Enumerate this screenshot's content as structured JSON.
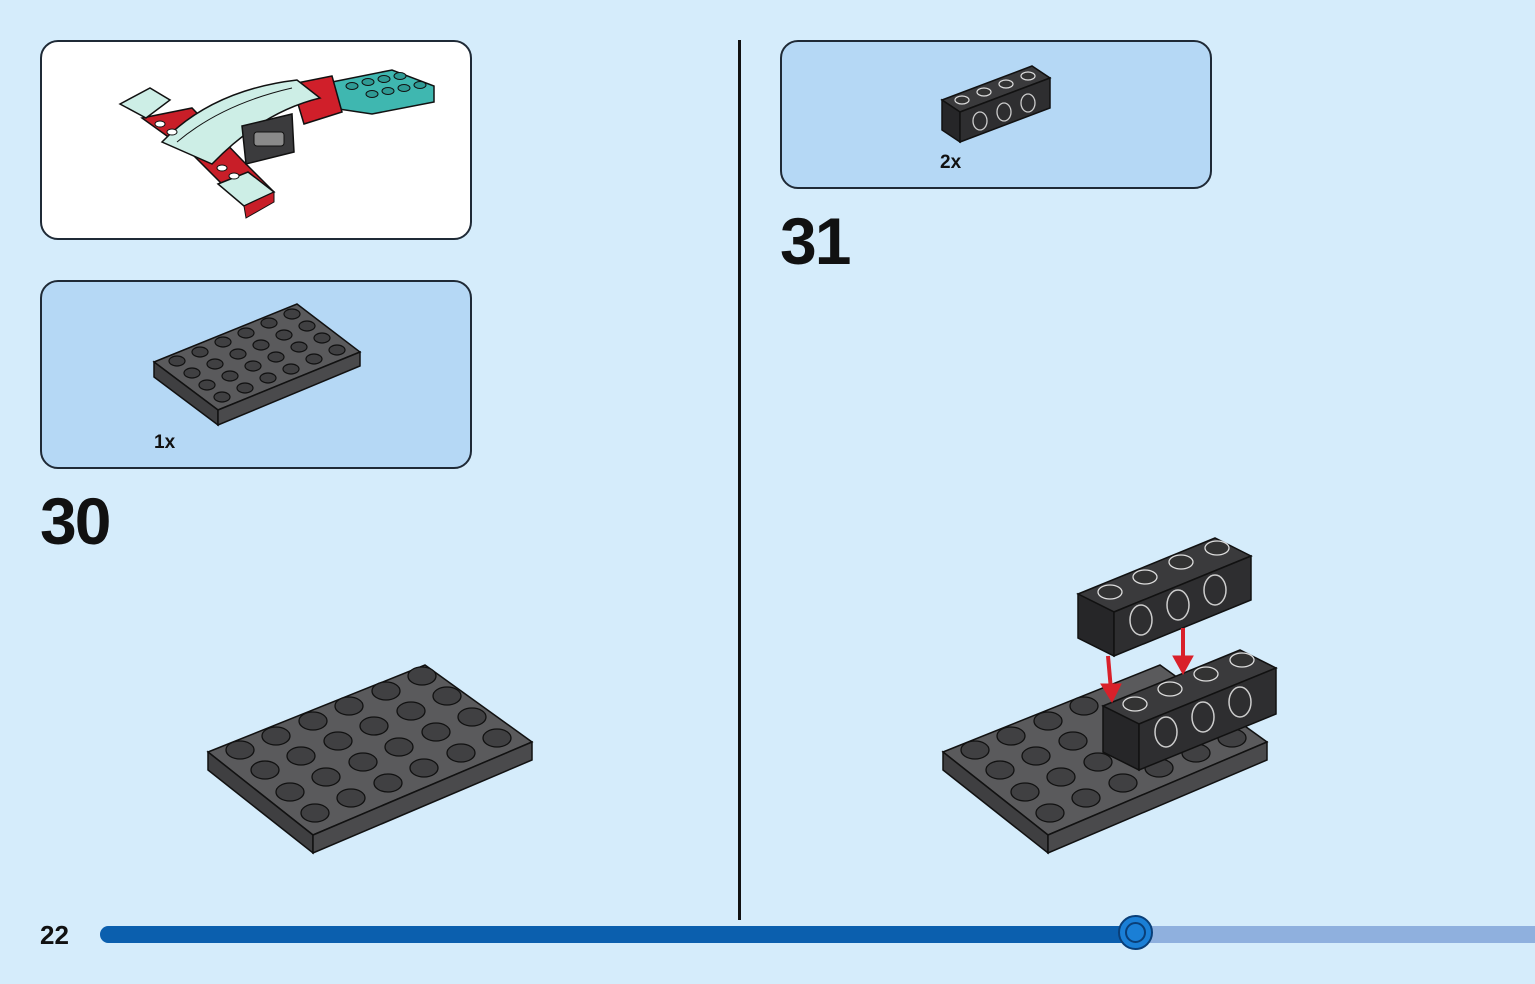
{
  "page": {
    "number": "22"
  },
  "progress": {
    "fraction": 0.722
  },
  "steps": [
    {
      "number": "30",
      "parts": [
        {
          "quantity": "1x",
          "part_icon": "dark-gray-plate-4x6-icon"
        }
      ]
    },
    {
      "number": "31",
      "parts": [
        {
          "quantity": "2x",
          "part_icon": "black-technic-brick-1x4-icon"
        }
      ]
    }
  ],
  "colors": {
    "background": "#d5ecfb",
    "parts_box": "#b5d8f5",
    "progress_fill": "#0b5fae",
    "progress_track": "#8fb0de",
    "arrow": "#d9202a"
  }
}
